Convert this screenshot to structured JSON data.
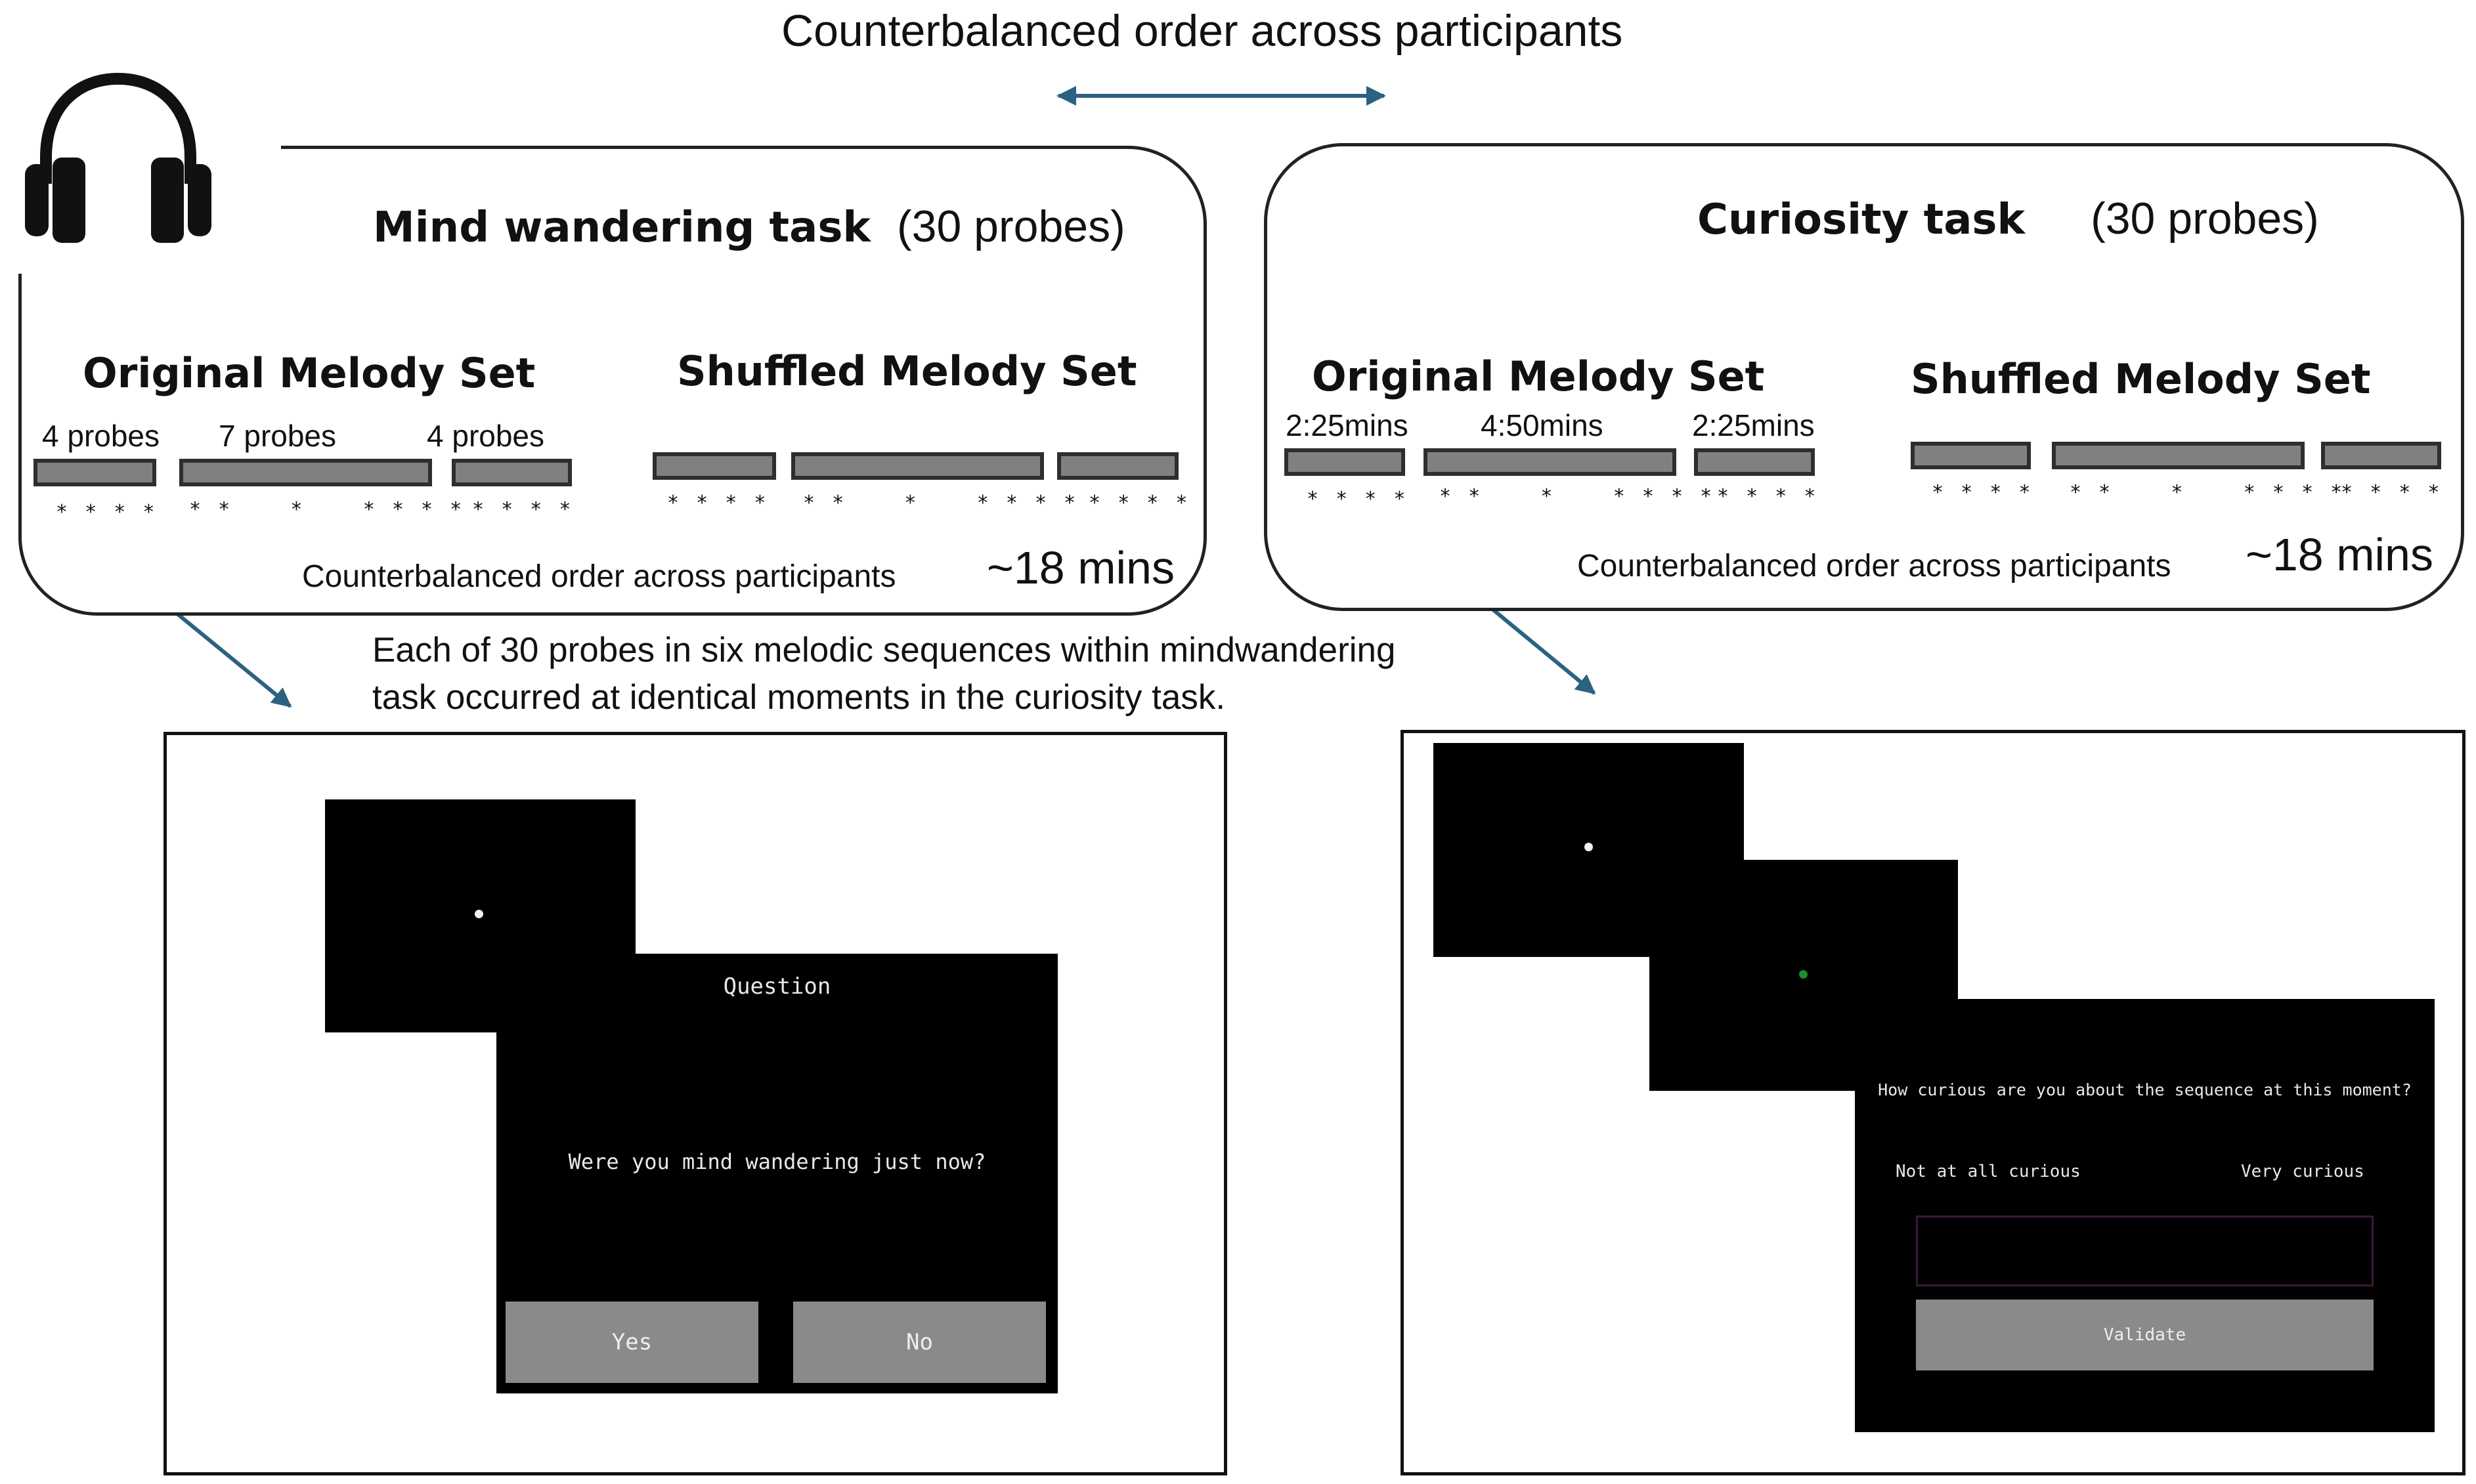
{
  "top_label": "Counterbalanced order across participants",
  "note": {
    "line1": "Each of 30 probes in six melodic sequences within mindwandering",
    "line2": "task occurred at identical moments in the curiosity task."
  },
  "mw_task": {
    "title": "Mind wandering task",
    "probes": "(30 probes)",
    "original_set": "Original Melody Set",
    "shuffled_set": "Shuffled Melody Set",
    "seg_labels": [
      "4 probes",
      "7 probes",
      "4 probes"
    ],
    "counterbalance": "Counterbalanced order across participants",
    "duration": "~18 mins"
  },
  "cur_task": {
    "title": "Curiosity task",
    "probes": "(30 probes)",
    "original_set": "Original Melody Set",
    "shuffled_set": "Shuffled Melody Set",
    "seg_labels": [
      "2:25mins",
      "4:50mins",
      "2:25mins"
    ],
    "counterbalance": "Counterbalanced order across participants",
    "duration": "~18 mins"
  },
  "stars": {
    "four": "* * * *",
    "seven": "* *    *    * * * *"
  },
  "mw_screen": {
    "question_title": "Question",
    "question": "Were you mind wandering just now?",
    "yes": "Yes",
    "no": "No"
  },
  "cur_screen": {
    "question": "How curious are you about the sequence at this moment?",
    "low_anchor": "Not at all curious",
    "high_anchor": "Very curious",
    "validate": "Validate"
  },
  "colors": {
    "arrow": "#2b6281",
    "bar_fill": "#808080",
    "fixation_green": "#1e8c2e"
  },
  "icons": [
    "headphones-icon"
  ]
}
